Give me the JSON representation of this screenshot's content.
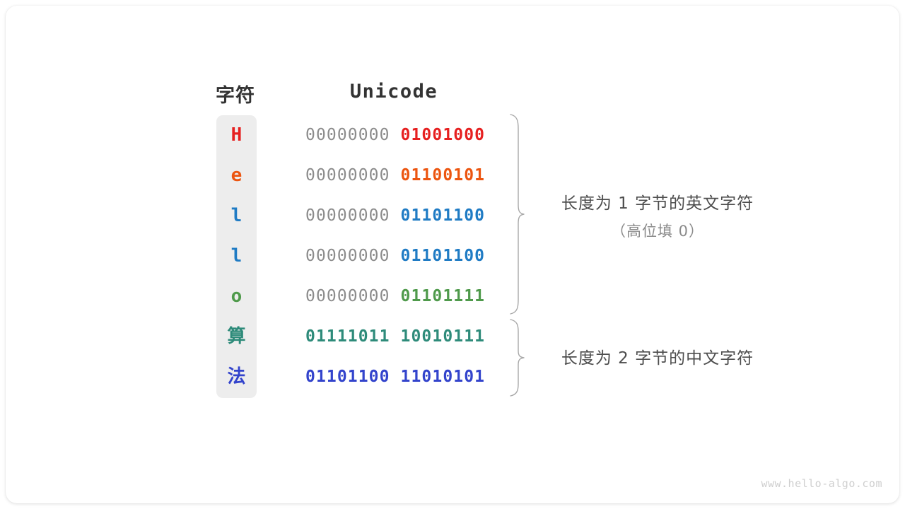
{
  "figure": {
    "title_char_column": "字符",
    "title_unicode_column": "Unicode",
    "watermark": "www.hello-algo.com",
    "background": "#ffffff",
    "card_background": "#ffffff",
    "char_column_background": "#ededed",
    "leading_byte_color": "#8c8c8c",
    "header_color": "#333333",
    "annotation_color": "#4d4d4d",
    "brace_color": "#a8a8a8"
  },
  "rows": [
    {
      "char": "H",
      "script": "latin",
      "color": "#e62020",
      "high_byte": "00000000",
      "low_byte": "01001000",
      "bytes": 1
    },
    {
      "char": "e",
      "script": "latin",
      "color": "#ec5510",
      "high_byte": "00000000",
      "low_byte": "01100101",
      "bytes": 1
    },
    {
      "char": "l",
      "script": "latin",
      "color": "#1f7bc4",
      "high_byte": "00000000",
      "low_byte": "01101100",
      "bytes": 1
    },
    {
      "char": "l",
      "script": "latin",
      "color": "#1f7bc4",
      "high_byte": "00000000",
      "low_byte": "01101100",
      "bytes": 1
    },
    {
      "char": "o",
      "script": "latin",
      "color": "#4f9a4b",
      "high_byte": "00000000",
      "low_byte": "01101111",
      "bytes": 1
    },
    {
      "char": "算",
      "script": "cjk",
      "color": "#2e8b7a",
      "high_byte": "01111011",
      "low_byte": "10010111",
      "bytes": 2
    },
    {
      "char": "法",
      "script": "cjk",
      "color": "#3344cc",
      "high_byte": "01101100",
      "low_byte": "11010101",
      "bytes": 2
    }
  ],
  "annotations": [
    {
      "line1": "长度为 1 字节的英文字符",
      "line2": "（高位填 0）",
      "covers_rows": [
        0,
        1,
        2,
        3,
        4
      ]
    },
    {
      "line1": "长度为 2 字节的中文字符",
      "line2": "",
      "covers_rows": [
        5,
        6
      ]
    }
  ]
}
